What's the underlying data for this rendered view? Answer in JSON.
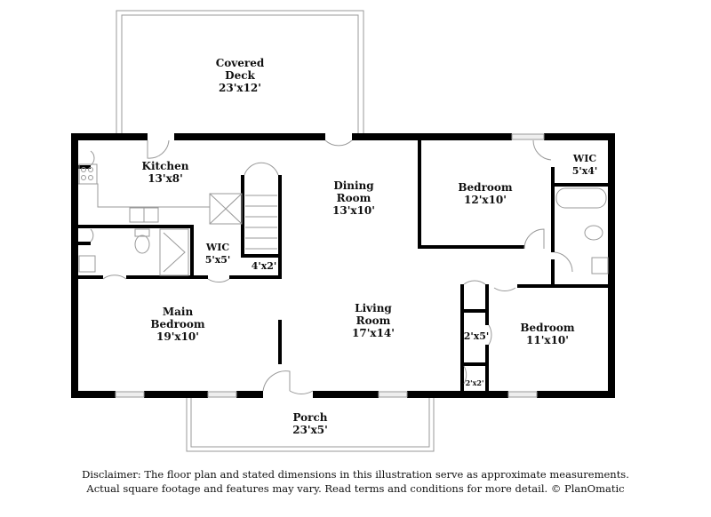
{
  "plan": {
    "rooms": [
      {
        "id": "covered-deck",
        "name": "Covered",
        "name2": "Deck",
        "dims": "23'x12'"
      },
      {
        "id": "kitchen",
        "name": "Kitchen",
        "dims": "13'x8'"
      },
      {
        "id": "dining-room",
        "name": "Dining",
        "name2": "Room",
        "dims": "13'x10'"
      },
      {
        "id": "bedroom-1",
        "name": "Bedroom",
        "dims": "12'x10'"
      },
      {
        "id": "wic-1",
        "name": "WIC",
        "dims": "5'x4'"
      },
      {
        "id": "wic-2",
        "name": "WIC",
        "dims": "5'x5'"
      },
      {
        "id": "closet-4x2",
        "name": "",
        "dims": "4'x2'"
      },
      {
        "id": "main-bedroom",
        "name": "Main",
        "name2": "Bedroom",
        "dims": "19'x10'"
      },
      {
        "id": "living-room",
        "name": "Living",
        "name2": "Room",
        "dims": "17'x14'"
      },
      {
        "id": "closet-2x5",
        "name": "",
        "dims": "2'x5'"
      },
      {
        "id": "closet-2x2",
        "name": "",
        "dims": "2'x2'"
      },
      {
        "id": "bedroom-2",
        "name": "Bedroom",
        "dims": "11'x10'"
      },
      {
        "id": "porch",
        "name": "Porch",
        "dims": "23'x5'"
      }
    ]
  },
  "disclaimer": {
    "line1": "Disclaimer: The floor plan and stated dimensions in this illustration serve as approximate measurements.",
    "line2": "Actual square footage and features may vary. Read terms and conditions for more detail. © PlanOmatic"
  }
}
